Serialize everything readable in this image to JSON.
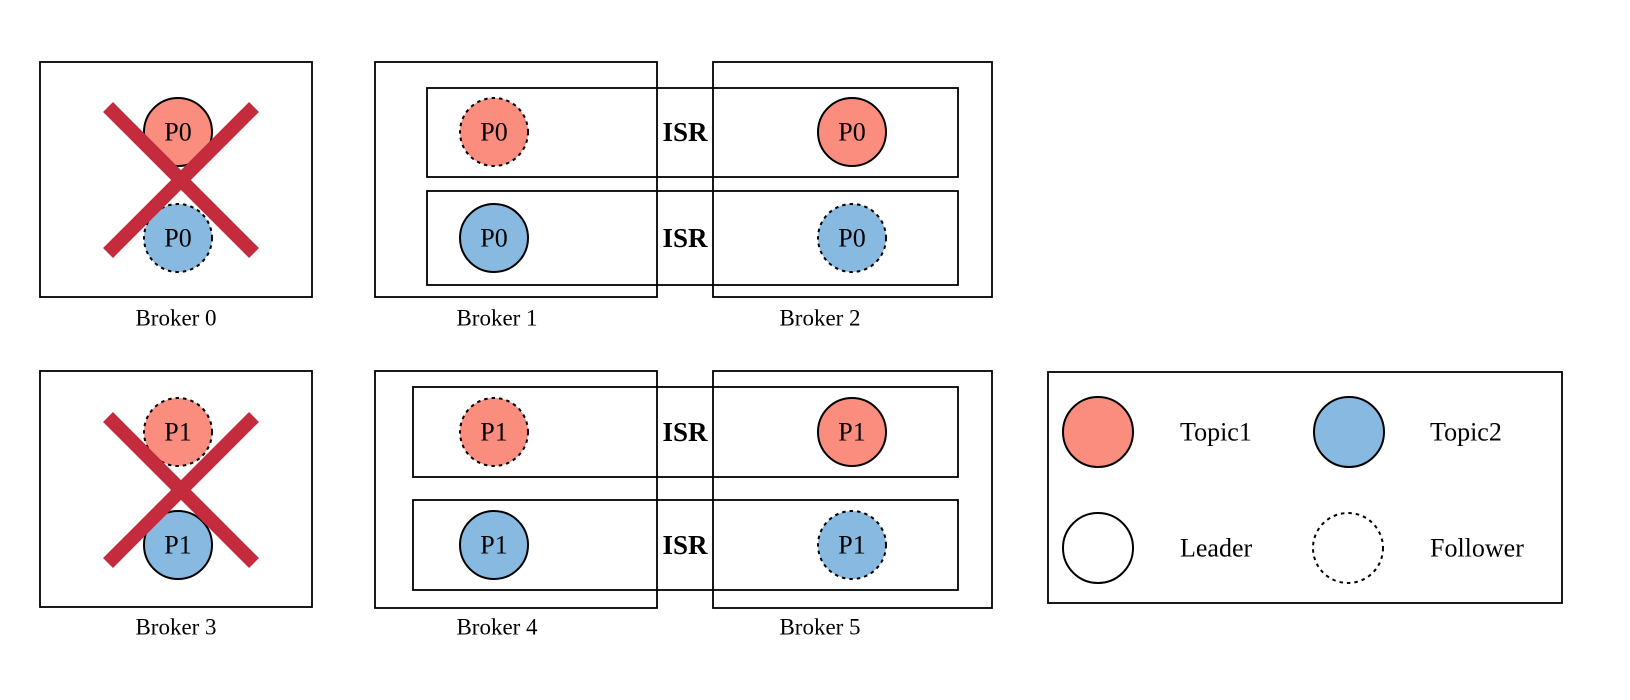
{
  "colors": {
    "topic1": "#FB8D7E",
    "topic2": "#88BAE1",
    "failure_cross": "#C42B3C",
    "outline": "#000000"
  },
  "isr_labels": [
    "ISR",
    "ISR",
    "ISR",
    "ISR"
  ],
  "brokers": [
    {
      "label": "Broker 0",
      "failed": true,
      "partitions": [
        {
          "label": "P0",
          "topic": "Topic1",
          "role": "Leader"
        },
        {
          "label": "P0",
          "topic": "Topic2",
          "role": "Follower"
        }
      ]
    },
    {
      "label": "Broker 1",
      "failed": false,
      "partitions": [
        {
          "label": "P0",
          "topic": "Topic1",
          "role": "Follower"
        },
        {
          "label": "P0",
          "topic": "Topic2",
          "role": "Leader"
        }
      ]
    },
    {
      "label": "Broker 2",
      "failed": false,
      "partitions": [
        {
          "label": "P0",
          "topic": "Topic1",
          "role": "Leader"
        },
        {
          "label": "P0",
          "topic": "Topic2",
          "role": "Follower"
        }
      ]
    },
    {
      "label": "Broker 3",
      "failed": true,
      "partitions": [
        {
          "label": "P1",
          "topic": "Topic1",
          "role": "Follower"
        },
        {
          "label": "P1",
          "topic": "Topic2",
          "role": "Leader"
        }
      ]
    },
    {
      "label": "Broker 4",
      "failed": false,
      "partitions": [
        {
          "label": "P1",
          "topic": "Topic1",
          "role": "Follower"
        },
        {
          "label": "P1",
          "topic": "Topic2",
          "role": "Leader"
        }
      ]
    },
    {
      "label": "Broker 5",
      "failed": false,
      "partitions": [
        {
          "label": "P1",
          "topic": "Topic1",
          "role": "Leader"
        },
        {
          "label": "P1",
          "topic": "Topic2",
          "role": "Follower"
        }
      ]
    }
  ],
  "legend": {
    "items": [
      {
        "label": "Topic1"
      },
      {
        "label": "Topic2"
      },
      {
        "label": "Leader"
      },
      {
        "label": "Follower"
      }
    ]
  }
}
